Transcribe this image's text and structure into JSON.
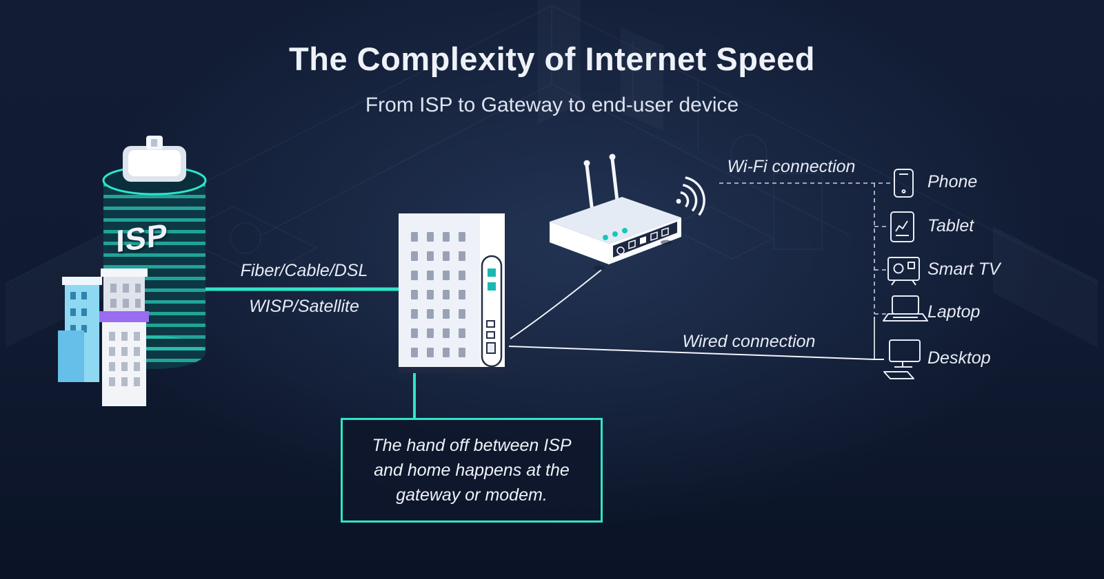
{
  "title": "The Complexity of Internet Speed",
  "subtitle": "From ISP to Gateway to end-user device",
  "isp": {
    "label": "ISP"
  },
  "link_labels": {
    "fiber": "Fiber/Cable/DSL",
    "wisp": "WISP/Satellite",
    "wifi": "Wi-Fi connection",
    "wired": "Wired connection"
  },
  "devices": [
    {
      "id": "phone",
      "label": "Phone",
      "connection": "wifi"
    },
    {
      "id": "tablet",
      "label": "Tablet",
      "connection": "wifi"
    },
    {
      "id": "smart-tv",
      "label": "Smart TV",
      "connection": "wifi"
    },
    {
      "id": "laptop",
      "label": "Laptop",
      "connection": "wifi"
    },
    {
      "id": "desktop",
      "label": "Desktop",
      "connection": "wired"
    }
  ],
  "callout": {
    "lines": [
      "The hand off between ISP",
      "and home happens at the",
      "gateway or modem."
    ]
  },
  "icons": {
    "isp_building": "isp-building-icon",
    "modem": "modem-gateway-icon",
    "router": "wifi-router-icon",
    "wifi_waves": "wifi-waves-icon"
  },
  "colors": {
    "background_dark": "#0b1426",
    "background_mid": "#1c2a4a",
    "accent_teal": "#2ee6c9",
    "text_primary": "#ffffff",
    "text_muted": "#dde4f1",
    "purple_accent": "#9a6cf0",
    "light_blue": "#8fd8f2",
    "panel_dark": "#1e2842"
  }
}
